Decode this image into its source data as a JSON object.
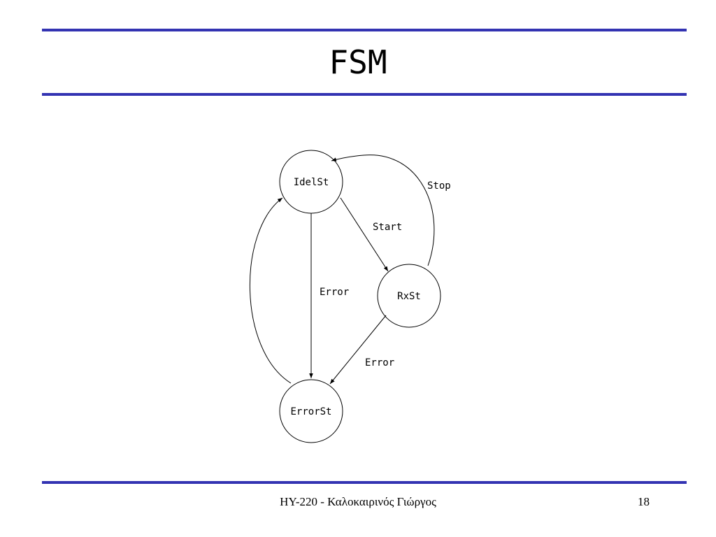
{
  "slide": {
    "title": "FSM",
    "footer": "HY-220 - Καλοκαιρινός Γιώργος",
    "page_number": "18",
    "accent_color": "#3333b2"
  },
  "fsm": {
    "states": {
      "idle": "IdelSt",
      "rx": "RxSt",
      "error": "ErrorSt"
    },
    "transitions": {
      "start": "Start",
      "stop": "Stop",
      "idle_error": "Error",
      "rx_error": "Error"
    }
  }
}
